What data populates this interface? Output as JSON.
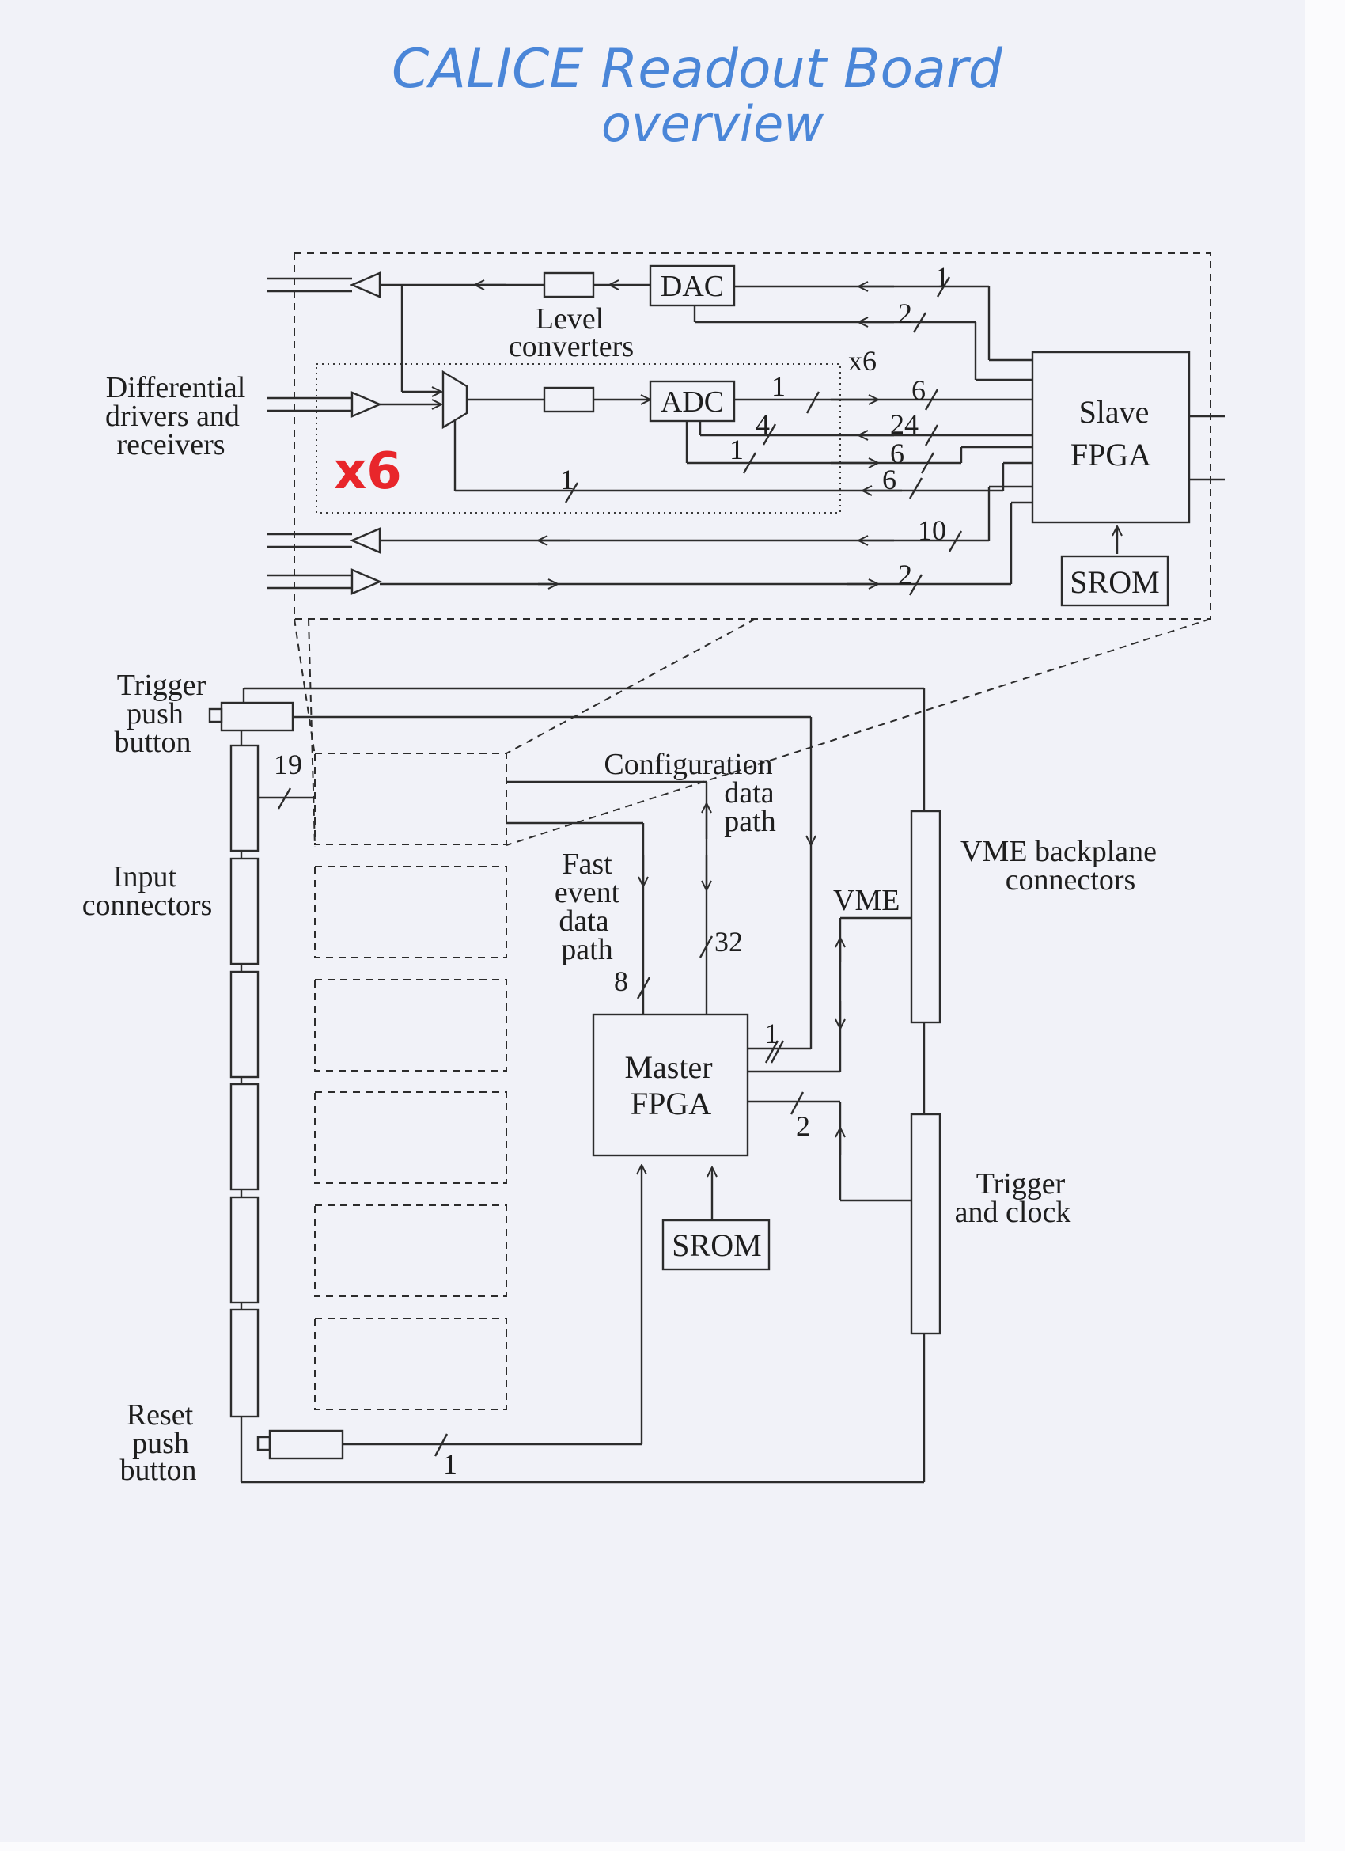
{
  "title": {
    "line1": "CALICE Readout Board",
    "line2": "overview",
    "ink_color": "#4a86d8"
  },
  "handwritten_multiplier": {
    "text": "x6",
    "color": "#e8262b"
  },
  "labels": {
    "dac": "DAC",
    "adc": "ADC",
    "level_converters_1": "Level",
    "level_converters_2": "converters",
    "x6": "x6",
    "slave_fpga_1": "Slave",
    "slave_fpga_2": "FPGA",
    "srom_top": "SROM",
    "srom_bottom": "SROM",
    "diff_1": "Differential",
    "diff_2": "drivers and",
    "diff_3": "receivers",
    "trigger_push_1": "Trigger",
    "trigger_push_2": "push",
    "trigger_push_3": "button",
    "input_conn_1": "Input",
    "input_conn_2": "connectors",
    "config_1": "Configuration",
    "config_2": "data",
    "config_3": "path",
    "fast_1": "Fast",
    "fast_2": "event",
    "fast_3": "data",
    "fast_4": "path",
    "vme": "VME",
    "vme_backplane_1": "VME backplane",
    "vme_backplane_2": "connectors",
    "master_fpga_1": "Master",
    "master_fpga_2": "FPGA",
    "trigger_clock_1": "Trigger",
    "trigger_clock_2": "and clock",
    "reset_push_1": "Reset",
    "reset_push_2": "push",
    "reset_push_3": "button"
  },
  "bus_widths": {
    "dac_in": "1",
    "dac_out": "2",
    "adc_1": "1",
    "adc_4": "4",
    "adc_1b": "1",
    "mux_1": "1",
    "slave_6a": "6",
    "slave_24": "24",
    "slave_6b": "6",
    "slave_6c": "6",
    "slave_10": "10",
    "slave_2": "2",
    "input_19": "19",
    "bus_32": "32",
    "bus_8": "8",
    "master_1": "1",
    "master_2": "2",
    "reset_1": "1"
  }
}
